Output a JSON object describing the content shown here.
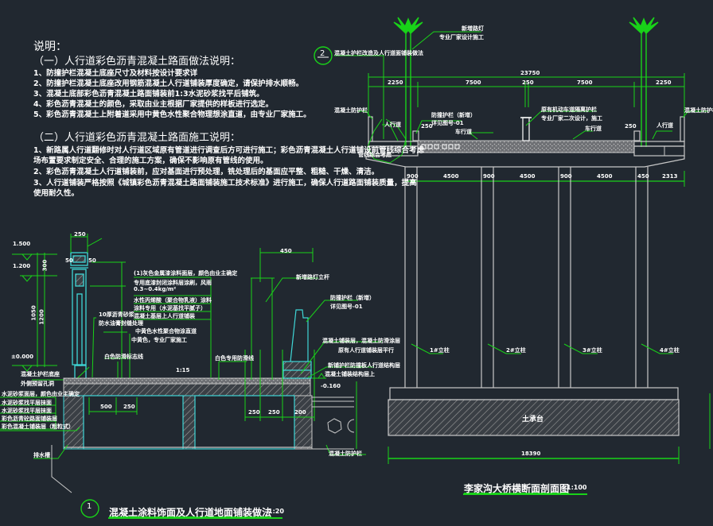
{
  "notes": {
    "title": "说明：",
    "section1": {
      "heading": "（一）人行道彩色沥青混凝土路面做法说明：",
      "items": [
        "1、防撞护栏混凝土底座尺寸及材料按设计要求详",
        "2、防撞护栏混凝土底座改用钢筋混凝土人行道铺装厚度确定，请保护排水顺畅。",
        "3、混凝土底部彩色沥青混凝土路面铺装前1:3水泥砂浆找平后铺筑。",
        "4、彩色沥青混凝土的颜色，采取由业主根据厂家提供的样板进行选定。",
        "5、彩色沥青混凝土上附着道采用中黄色水性聚合物理想涂直道，由专业厂家施工。"
      ]
    },
    "section2": {
      "heading": "（二）人行道彩色沥青混凝土路面施工说明：",
      "items": [
        "1、新路属人行道翻修时对人行道区域原有管道进行调查后方可进行施工；彩色沥青混凝土人行道铺设前管线综合考虑",
        "场布置要求制定安全、合理的施工方案，确保不影响原有管线的使用。",
        "2、彩色沥青混凝土人行道铺装前，应对基面进行预处理，铣处理后的基面应平整、粗糙、干燥、清洁。",
        "3、人行道铺装严格按照《城镇彩色沥青混凝土路面铺装施工技术标准》进行施工，确保人行道路面铺装质量，提高",
        "使用耐久性。"
      ]
    }
  },
  "detail_one": {
    "symbol": "1",
    "caption": "混凝土涂料饰面及人行道地面铺装做法",
    "scale": "1:20",
    "elevations": [
      "1.500",
      "1.200",
      "±0.000"
    ],
    "dims": [
      "250",
      "50",
      "50",
      "300",
      "1050",
      "1200",
      "450",
      "1:15",
      "500",
      "250",
      "250",
      "250",
      "200"
    ],
    "labels": [
      "(1)灰色金属漆涂料面层，颜色由业主确定",
      "专用底漆封闭涂料层涂刷，风雨",
      "0.3~0.4kg/m²",
      "水性丙烯酸（聚合物乳液）涂料",
      "涂料专用（水泥基找平腻子）",
      "混凝土基层上人行道铺装",
      "10厚沥青砂浆",
      "防水油膏封缝处理",
      "中黄色水性聚合物涂直道",
      "中黄色，专业厂家施工",
      "白色防滑标志线",
      "混凝土护栏底座",
      "外侧预留孔洞",
      "水泥砂浆面层，颜色由业主确定",
      "水泥砂浆找平层抹面",
      "水泥砂浆找平层抹面",
      "彩色沥青砼路面铺装层",
      "彩色混凝土铺装层（粗粒式）",
      "排水槽",
      "白色专用防滑线",
      "-0.160",
      "新增路灯立杆",
      "防撞护栏（新增）",
      "详见图号-01",
      "混凝土铺装层，混凝土防滑涂层",
      "原有人行道铺装层平行",
      "新铺护栏防撞板人行道结构层",
      "混凝土铺装结构层上",
      "混凝土防护栏"
    ]
  },
  "detail_two": {
    "symbol": "2",
    "title_note": "混凝土护栏改造及人行道面铺装做法",
    "lamp_note": [
      "新增路灯",
      "专业厂家设计施工"
    ],
    "caption": "李家沟大桥横断面剖面图",
    "scale": "1:100",
    "top_dims": {
      "total": "23750",
      "parts": [
        "2250",
        "7500",
        "250",
        "7500",
        "2250"
      ]
    },
    "pier_dims": [
      "900",
      "4500",
      "900",
      "4500",
      "900",
      "4500",
      "450",
      "2313"
    ],
    "bottom_dim": "18390",
    "labels": [
      "混凝土防护栏",
      "人行道",
      "防撞护栏（新增）",
      "详见图号-01",
      "车行道",
      "原有机动车道隔离护栏",
      "专业厂家二次设计，施工",
      "车行道",
      "人行道",
      "混凝土防护栏",
      "管线综合考虑",
      "250",
      "250"
    ],
    "piers": [
      "1#立柱",
      "2#立柱",
      "3#立柱",
      "4#立柱"
    ],
    "foundation": "土承台"
  },
  "colors": {
    "background": "#212830",
    "green": "#19d219",
    "cyan": "#3fd6d6",
    "white": "#ffffff",
    "gray": "#c8c8c8"
  }
}
